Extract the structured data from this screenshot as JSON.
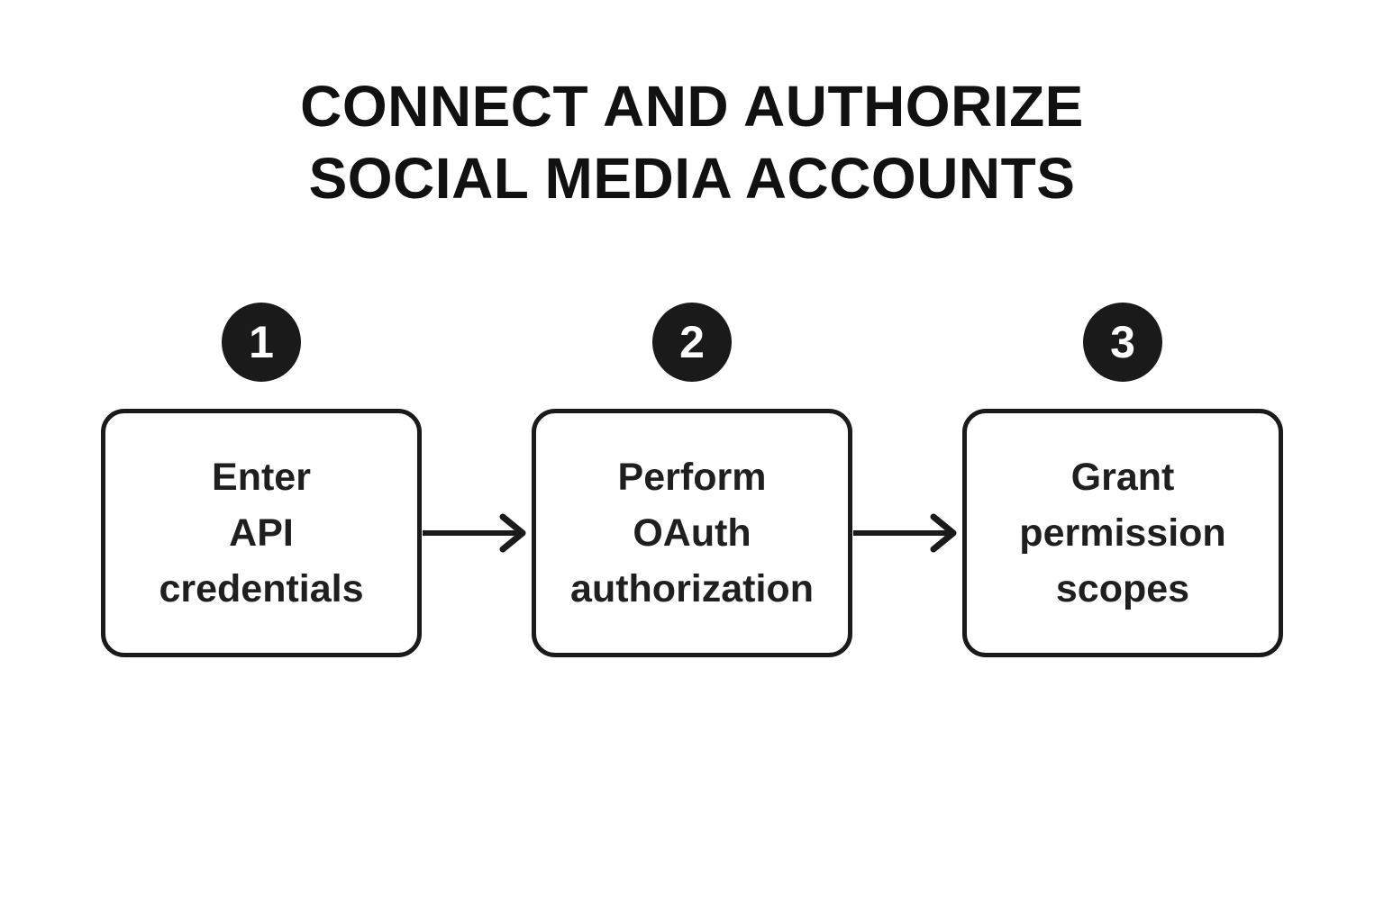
{
  "title": {
    "text": "CONNECT AND AUTHORIZE\nSOCIAL MEDIA ACCOUNTS"
  },
  "steps": [
    {
      "number": "1",
      "label": "Enter\nAPI\ncredentials"
    },
    {
      "number": "2",
      "label": "Perform\nOAuth\nauthorization"
    },
    {
      "number": "3",
      "label": "Grant\npermission\nscopes"
    }
  ],
  "icons": {
    "arrow": "right-arrow"
  },
  "colors": {
    "background": "#ffffff",
    "ink": "#1a1a1a",
    "title": "#111111",
    "box_fill": "#ffffff",
    "circle_fill": "#1a1a1a",
    "circle_text": "#ffffff"
  }
}
